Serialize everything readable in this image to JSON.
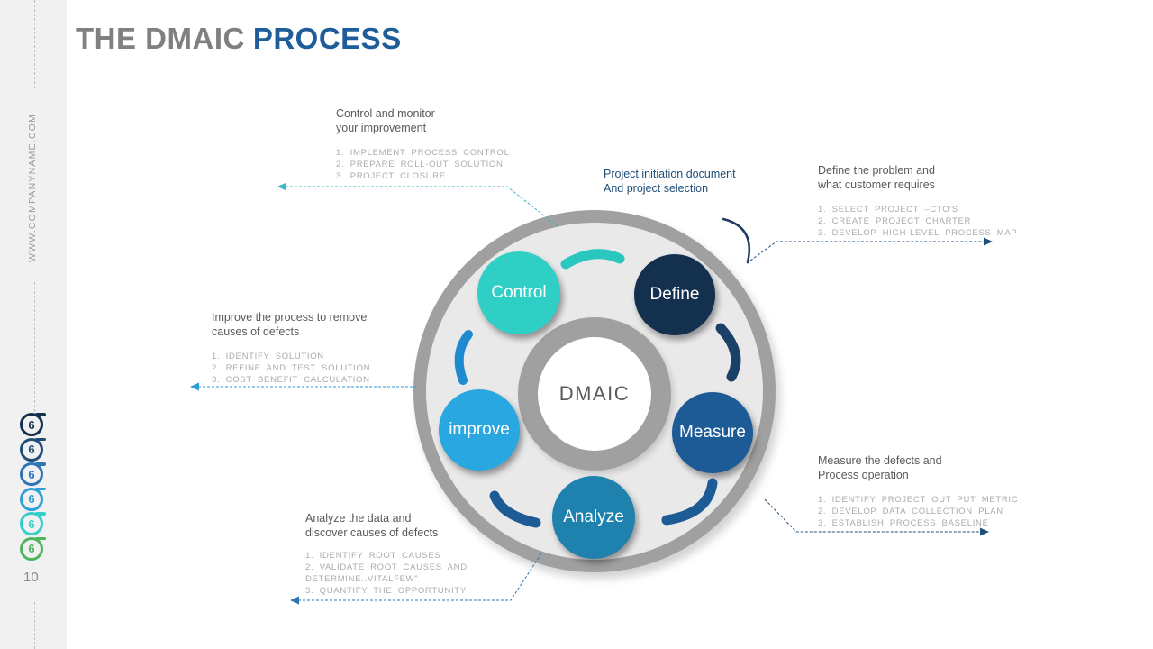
{
  "sidebar": {
    "website": "WWW.COMPANYNAME.COM",
    "page_number": "10",
    "logo_digit": "6",
    "logo_colors": [
      "#16304f",
      "#1f4e79",
      "#2e75b6",
      "#2e9fd8",
      "#35cdc8",
      "#4db65c"
    ]
  },
  "header": {
    "title_gray": "THE DMAIC",
    "title_blue": "PROCESS"
  },
  "diagram": {
    "center_label": "DMAIC",
    "ring_color": "#a0a0a0",
    "ring_fill": "#e9e9e9",
    "hub_fill": "#ffffff",
    "steps": [
      {
        "label": "Control",
        "color": "#2fcfc6"
      },
      {
        "label": "Define",
        "color": "#14304f"
      },
      {
        "label": "Measure",
        "color": "#1d5b96"
      },
      {
        "label": "Analyze",
        "color": "#1f81ae"
      },
      {
        "label": "improve",
        "color": "#29a7e0"
      }
    ],
    "arrow_colors": {
      "control_to_define": "#2ac7bf",
      "define_to_measure": "#1a4068",
      "measure_to_analyze": "#1d5b96",
      "analyze_to_improve": "#1d5b96",
      "improve_to_control": "#1e8bd0",
      "project_note_arrow": "#1f3a5f"
    },
    "leader_colors": {
      "control": "#3ab7c6",
      "define": "#1f4e79",
      "improve": "#2e9bd5",
      "analyze": "#2e75b6",
      "measure": "#1f4e79"
    }
  },
  "callouts": {
    "control": {
      "heading": "Control and monitor\nyour improvement",
      "items": [
        "1. IMPLEMENT PROCESS CONTROL",
        "2. PREPARE ROLL-OUT SOLUTION",
        "3. PROJECT CLOSURE"
      ]
    },
    "define": {
      "heading": "Define the problem and\nwhat customer requires",
      "items": [
        "1. SELECT PROJECT –CTO'S",
        "2. CREATE PROJECT CHARTER",
        "3. DEVELOP HIGH-LEVEL PROCESS MAP"
      ]
    },
    "improve": {
      "heading": "Improve the process to remove\ncauses of defects",
      "items": [
        "1. IDENTIFY SOLUTION",
        "2. REFINE AND TEST SOLUTION",
        "3. COST BENEFIT CALCULATION"
      ]
    },
    "analyze": {
      "heading": "Analyze the data and\ndiscover causes of defects",
      "items": [
        "1. IDENTIFY ROOT CAUSES",
        "2. VALIDATE ROOT CAUSES AND DETERMINE..VITALFEW\"",
        "3. QUANTIFY THE OPPORTUNITY"
      ]
    },
    "measure": {
      "heading": "Measure the defects and\nProcess operation",
      "items": [
        "1. IDENTIFY PROJECT OUT PUT METRIC",
        "2. DEVELOP DATA COLLECTION PLAN",
        "3. ESTABLISH PROCESS BASELINE"
      ]
    },
    "project_note": "Project initiation document\nAnd project selection"
  },
  "colors": {
    "title_gray": "#808080",
    "title_blue": "#1e5c9a",
    "heading_text": "#595959",
    "list_text": "#aaabad",
    "sidebar_bg": "#f1f1f2"
  }
}
